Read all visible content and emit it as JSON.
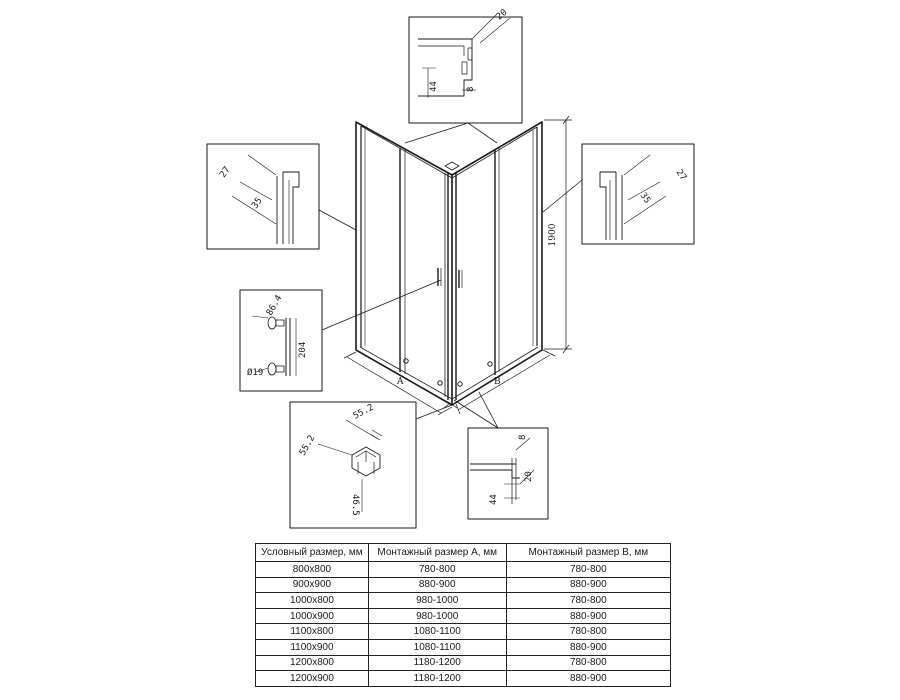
{
  "labels": {
    "height": "1900",
    "width_a": "A",
    "width_b": "B",
    "top_profile_w": "20",
    "top_profile_h": "44",
    "top_profile_gap": "8",
    "left_profile_a": "27",
    "left_profile_b": "35",
    "right_profile_a": "27",
    "right_profile_b": "35",
    "handle_offset": "86.4",
    "handle_length": "204",
    "handle_diameter": "Ø19",
    "corner_w": "55.2",
    "corner_h": "55.2",
    "corner_depth": "46.5",
    "bottom_profile_gap": "8",
    "bottom_profile_w": "20",
    "bottom_profile_h": "44"
  },
  "table": {
    "headers": [
      "Условный размер, мм",
      "Монтажный размер A, мм",
      "Монтажный размер B, мм"
    ],
    "rows": [
      [
        "800x800",
        "780-800",
        "780-800"
      ],
      [
        "900x900",
        "880-900",
        "880-900"
      ],
      [
        "1000x800",
        "980-1000",
        "780-800"
      ],
      [
        "1000x900",
        "980-1000",
        "880-900"
      ],
      [
        "1100x800",
        "1080-1100",
        "780-800"
      ],
      [
        "1100x900",
        "1080-1100",
        "880-900"
      ],
      [
        "1200x800",
        "1180-1200",
        "780-800"
      ],
      [
        "1200x900",
        "1180-1200",
        "880-900"
      ]
    ]
  }
}
